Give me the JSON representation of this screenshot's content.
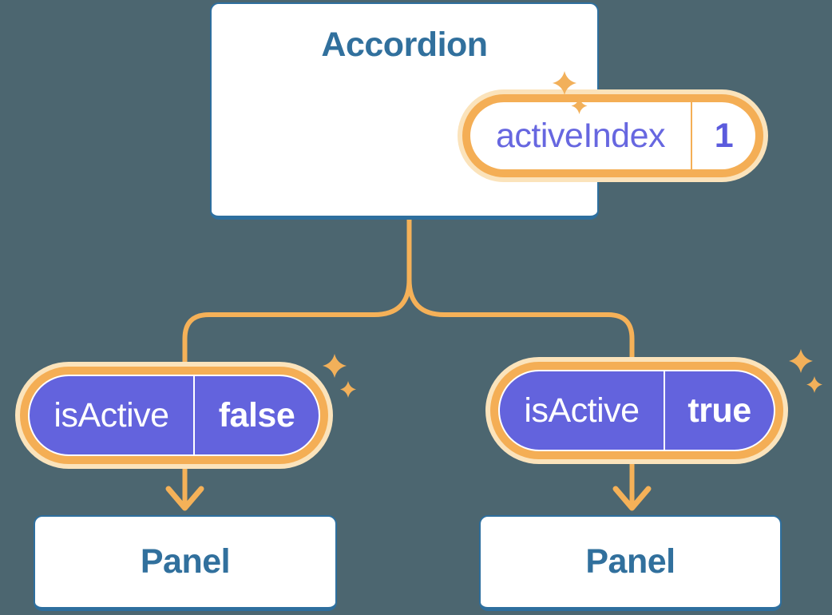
{
  "diagram": {
    "background_color": "#4C6670",
    "colors": {
      "node_border_blue": "#2E6F9E",
      "node_text_blue": "#31709D",
      "connector_orange": "#F5B158",
      "pill_ring_orange": "#F4AE55",
      "pill_glow": "#FBE3BB",
      "pill_purple": "#6363DD",
      "state_text_purple": "#6767E0",
      "sparkle_orange": "#F2B05A"
    },
    "icons": {
      "sparkle": "✦"
    },
    "accordion": {
      "title": "Accordion",
      "state_pill": {
        "label": "activeIndex",
        "value": "1"
      }
    },
    "branches": [
      {
        "prop_pill": {
          "label": "isActive",
          "value": "false"
        },
        "panel": {
          "title": "Panel"
        }
      },
      {
        "prop_pill": {
          "label": "isActive",
          "value": "true"
        },
        "panel": {
          "title": "Panel"
        }
      }
    ]
  }
}
